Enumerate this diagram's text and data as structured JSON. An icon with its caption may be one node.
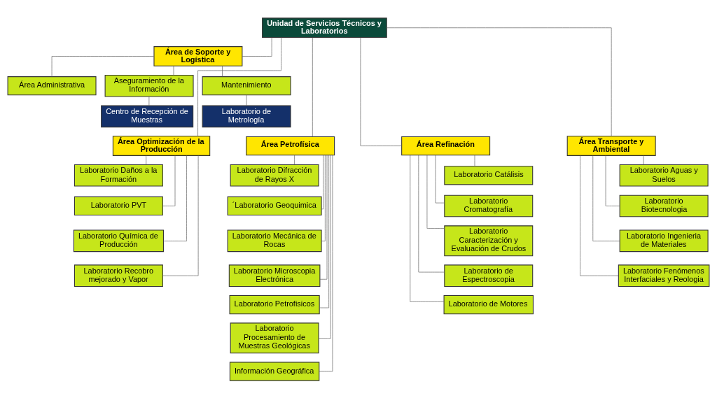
{
  "diagram": {
    "nodes": [
      {
        "text": [
          "Unidad de Servicios Técnicos y Laboratorios"
        ]
      },
      {
        "text": [
          "Área de Soporte y Logística"
        ]
      },
      {
        "text": [
          "Área Administrativa"
        ]
      },
      {
        "text": [
          "Aseguramiento de la Información"
        ]
      },
      {
        "text": [
          "Mantenimiento"
        ]
      },
      {
        "text": [
          "Centro de Recepción de Muestras"
        ]
      },
      {
        "text": [
          "Laboratorio de Metrología"
        ]
      },
      {
        "text": [
          "Área Optimización de la Producción"
        ]
      },
      {
        "text": [
          "Laboratorio Daños a la Formación"
        ]
      },
      {
        "text": [
          "Laboratorio PVT"
        ]
      },
      {
        "text": [
          "Laboratorio Química de Producción"
        ]
      },
      {
        "text": [
          "Laboratorio Recobro mejorado y Vapor"
        ]
      },
      {
        "text": [
          "Área Petrofísica"
        ]
      },
      {
        "text": [
          "Laboratorio Difracción de Rayos X"
        ]
      },
      {
        "text": [
          "´Laboratorio Geoquimica"
        ]
      },
      {
        "text": [
          "Laboratorio Mecánica de Rocas"
        ]
      },
      {
        "text": [
          "Laboratorio Microscopia Electrónica"
        ]
      },
      {
        "text": [
          "Laboratorio Petrofisicos"
        ]
      },
      {
        "text": [
          "Laboratorio Procesamiento de Muestras Geológicas"
        ]
      },
      {
        "text": [
          "Información Geográfica"
        ]
      },
      {
        "text": [
          "Área Refinación"
        ]
      },
      {
        "text": [
          "Laboratorio Catálisis"
        ]
      },
      {
        "text": [
          "Laboratorio Cromatografía"
        ]
      },
      {
        "text": [
          "Laboratorio Caracterización y Evaluación de Crudos"
        ]
      },
      {
        "text": [
          "Laboratorio de Espectroscopia"
        ]
      },
      {
        "text": [
          "Laboratorio de Motores"
        ]
      },
      {
        "text": [
          "Área Transporte y Ambiental"
        ]
      },
      {
        "text": [
          "Laboratorio Aguas y Suelos"
        ]
      },
      {
        "text": [
          "Laboratorio Biotecnologia"
        ]
      },
      {
        "text": [
          "Laboratorio Ingenieria de Materiales"
        ]
      },
      {
        "text": [
          "Laboratorio Fenómenos Interfaciales y Reologia"
        ]
      }
    ],
    "edges": [
      {
        "from": 0,
        "to": 1,
        "arrow": "none"
      },
      {
        "from": 1,
        "to": 2,
        "arrow": "none"
      },
      {
        "from": 1,
        "to": 3,
        "arrow": "none"
      },
      {
        "from": 1,
        "to": 4,
        "arrow": "none"
      },
      {
        "from": 3,
        "to": 5,
        "arrow": "none"
      },
      {
        "from": 4,
        "to": 6,
        "arrow": "none"
      },
      {
        "from": 0,
        "to": 7,
        "arrow": "none"
      },
      {
        "from": 0,
        "to": 12,
        "arrow": "none"
      },
      {
        "from": 0,
        "to": 20,
        "arrow": "none"
      },
      {
        "from": 0,
        "to": 26,
        "arrow": "none"
      },
      {
        "from": 7,
        "to": 8,
        "arrow": "none"
      },
      {
        "from": 7,
        "to": 9,
        "arrow": "none"
      },
      {
        "from": 7,
        "to": 10,
        "arrow": "none"
      },
      {
        "from": 7,
        "to": 11,
        "arrow": "none"
      },
      {
        "from": 12,
        "to": 13,
        "arrow": "none"
      },
      {
        "from": 12,
        "to": 14,
        "arrow": "none"
      },
      {
        "from": 12,
        "to": 15,
        "arrow": "none"
      },
      {
        "from": 12,
        "to": 16,
        "arrow": "none"
      },
      {
        "from": 12,
        "to": 17,
        "arrow": "none"
      },
      {
        "from": 12,
        "to": 18,
        "arrow": "none"
      },
      {
        "from": 12,
        "to": 19,
        "arrow": "none"
      },
      {
        "from": 20,
        "to": 21,
        "arrow": "none"
      },
      {
        "from": 20,
        "to": 22,
        "arrow": "none"
      },
      {
        "from": 20,
        "to": 23,
        "arrow": "none"
      },
      {
        "from": 20,
        "to": 24,
        "arrow": "none"
      },
      {
        "from": 20,
        "to": 25,
        "arrow": "none"
      },
      {
        "from": 26,
        "to": 27,
        "arrow": "none"
      },
      {
        "from": 26,
        "to": 28,
        "arrow": "none"
      },
      {
        "from": 26,
        "to": 29,
        "arrow": "none"
      },
      {
        "from": 26,
        "to": 30,
        "arrow": "none"
      }
    ]
  }
}
